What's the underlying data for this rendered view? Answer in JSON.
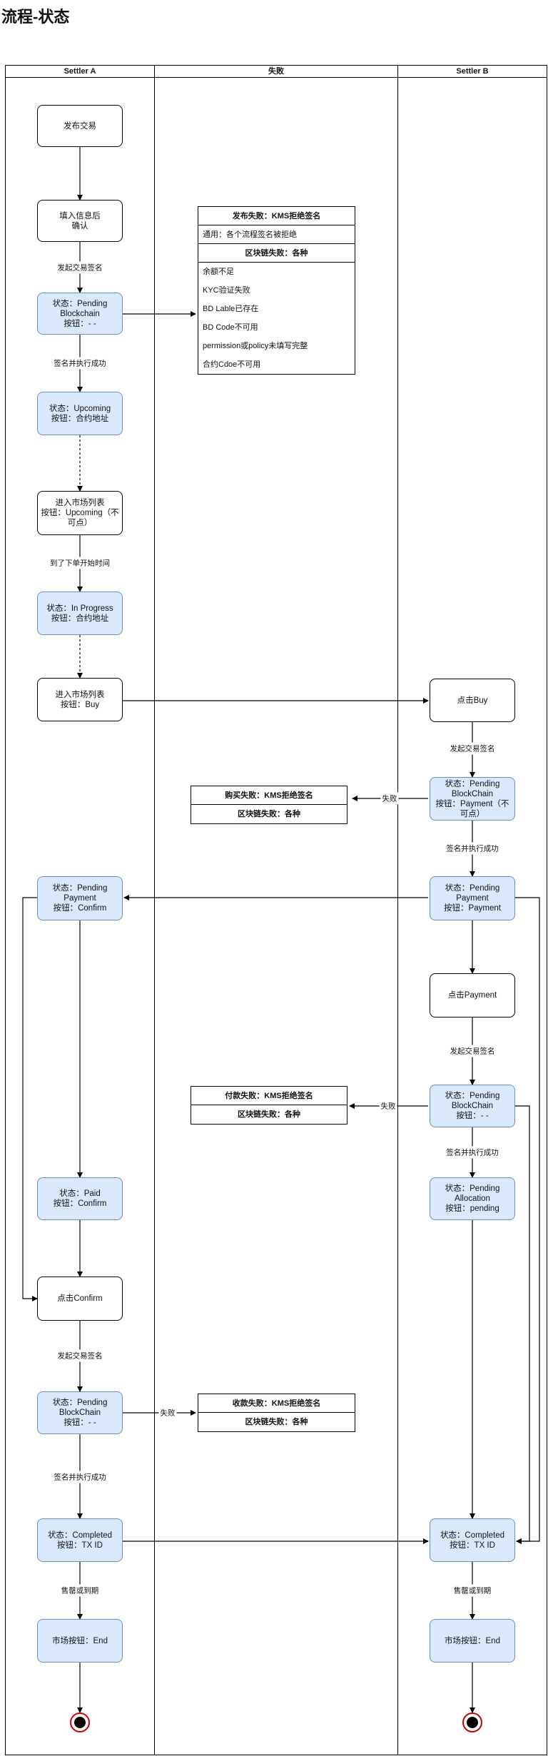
{
  "page_title": "流程-状态",
  "lanes": {
    "a": "Settler A",
    "fail": "失败",
    "b": "Settler B"
  },
  "nodes_a": {
    "publish": "发布交易",
    "fill_confirm": "填入信息后\n确认",
    "pending_bc": "状态：Pending\nBlockchain\n按钮：- -",
    "upcoming": "状态：Upcoming\n按钮：合约地址",
    "market_upcoming": "进入市场列表\n按钮：Upcoming（不可点）",
    "in_progress": "状态：In Progress\n按钮：合约地址",
    "market_buy": "进入市场列表\n按钮：Buy",
    "pending_payment": "状态：Pending\nPayment\n按钮：Confirm",
    "paid": "状态：Paid\n按钮：Confirm",
    "click_confirm": "点击Confirm",
    "pending_bc2": "状态：Pending\nBlockChain\n按钮：- -",
    "completed": "状态：Completed\n按钮：TX ID",
    "end": "市场按钮：End"
  },
  "nodes_b": {
    "click_buy": "点击Buy",
    "pending_bc": "状态：Pending\nBlockChain\n按钮：Payment（不可点）",
    "pending_payment": "状态：Pending\nPayment\n按钮：Payment",
    "click_payment": "点击Payment",
    "pending_bc2": "状态：Pending\nBlockChain\n按钮：- -",
    "pending_alloc": "状态：Pending\nAllocation\n按钮：pending",
    "completed": "状态：Completed\n按钮：TX ID",
    "end": "市场按钮：End"
  },
  "edge_labels": {
    "a_sign1": "发起交易签名",
    "a_exec1": "签名并执行成功",
    "a_time": "到了下单开始时间",
    "a_sign2": "发起交易签名",
    "a_exec2": "签名并执行成功",
    "a_expire": "售罄或到期",
    "a_fail": "失败",
    "b_sign1": "发起交易签名",
    "b_exec1": "签名并执行成功",
    "b_sign2": "发起交易签名",
    "b_exec2": "签名并执行成功",
    "b_expire": "售罄或到期",
    "b_fail1": "失败",
    "b_fail2": "失败"
  },
  "fail_publish": {
    "header": "发布失败：KMS拒绝签名",
    "general": "通用：各个流程签名被拒绝",
    "chain_header": "区块链失败：各种",
    "items": [
      "余额不足",
      "KYC验证失败",
      "BD Lable已存在",
      "BD Code不可用",
      "permission或policy未填写完整",
      "合约Cdoe不可用"
    ]
  },
  "fail_buy": {
    "header": "购买失败：KMS拒绝签名",
    "chain": "区块链失败：各种"
  },
  "fail_pay": {
    "header": "付款失败：KMS拒绝签名",
    "chain": "区块链失败：各种"
  },
  "fail_collect": {
    "header": "收款失败：KMS拒绝签名",
    "chain": "区块链失败：各种"
  }
}
